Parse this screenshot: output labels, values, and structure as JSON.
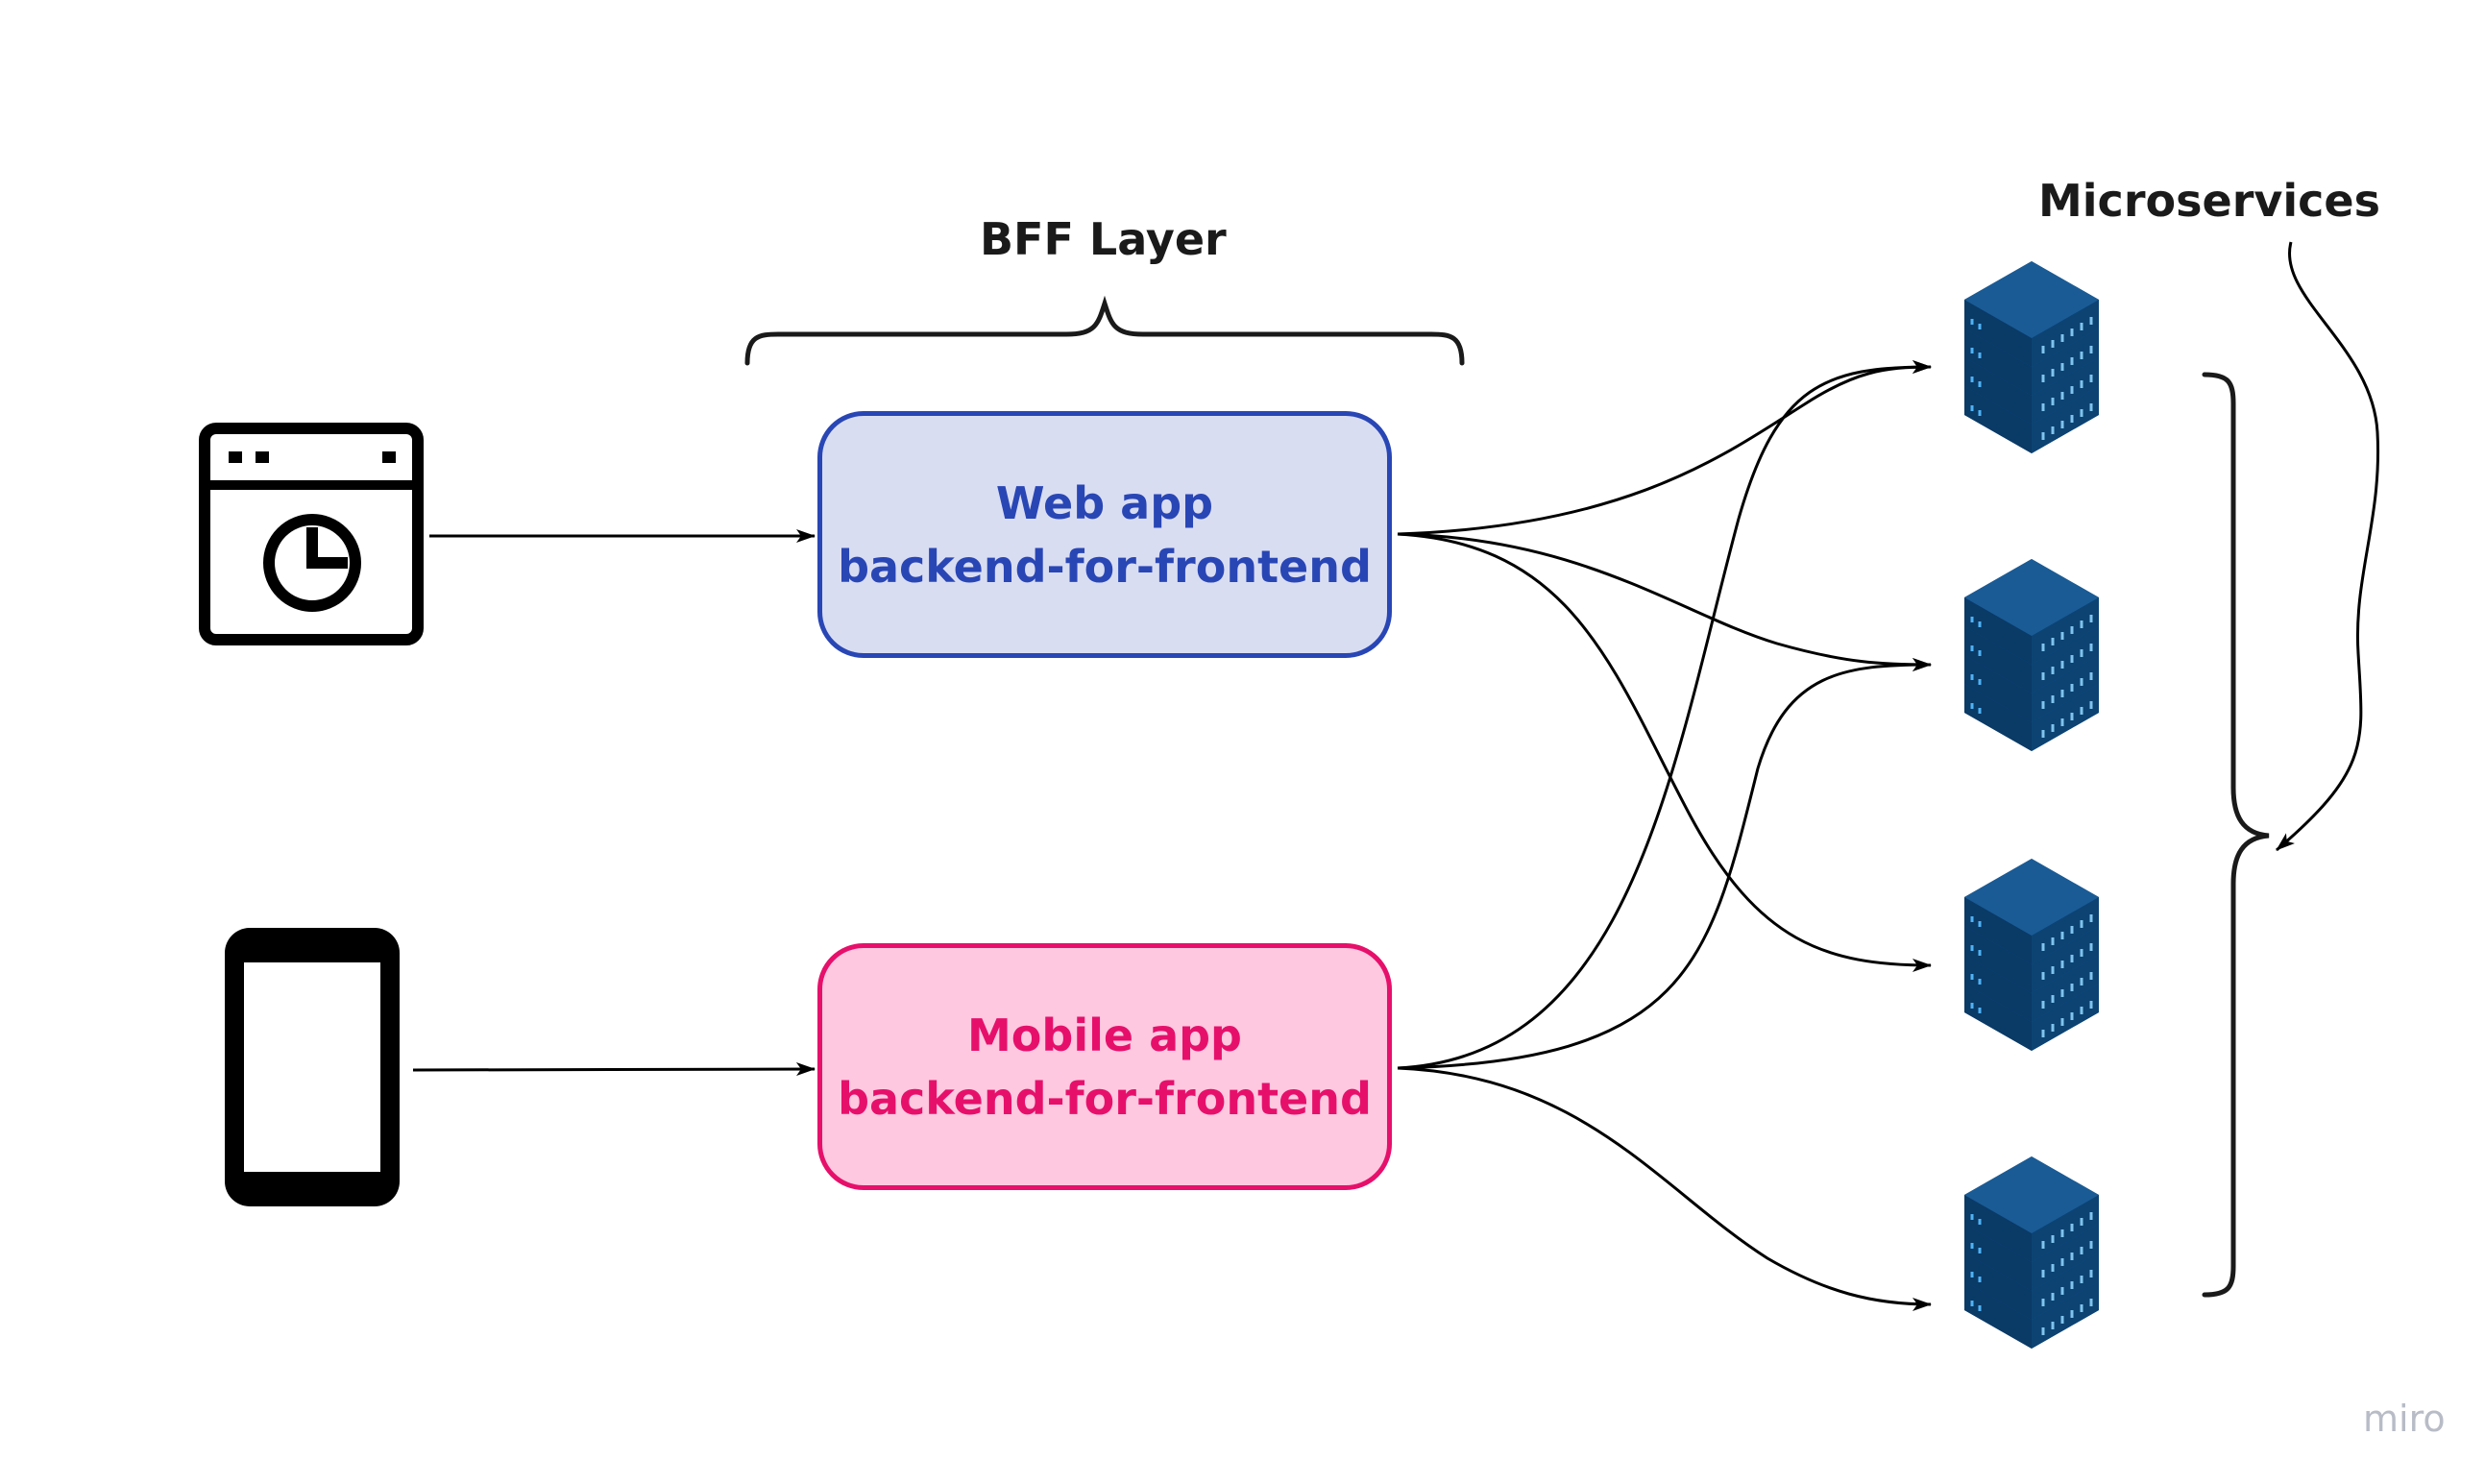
{
  "labels": {
    "bff_layer": "BFF Layer",
    "microservices": "Microservices"
  },
  "boxes": {
    "web": {
      "line1": "Web app",
      "line2": "backend-for-frontend"
    },
    "mobile": {
      "line1": "Mobile app",
      "line2": "backend-for-frontend"
    }
  },
  "icons": {
    "web_client": "browser-window-icon",
    "mobile_client": "smartphone-icon",
    "server": "server-stack-icon"
  },
  "colors": {
    "web_accent": "#2946b5",
    "web_fill": "#d9ddf2",
    "mobile_accent": "#e6106b",
    "mobile_fill": "#fdc8e0",
    "server": "#0e4a7e"
  },
  "watermark": "miro"
}
